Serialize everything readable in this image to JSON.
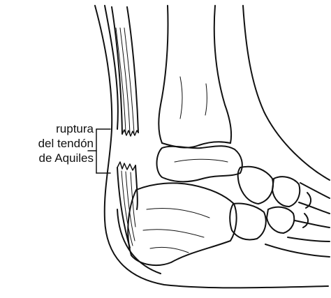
{
  "diagram": {
    "annotation": {
      "lines": [
        "ruptura",
        "del tendón",
        "de Aquiles"
      ]
    },
    "colors": {
      "stroke": "#111111",
      "background": "#ffffff"
    },
    "parts": [
      "leg-outline",
      "achilles-tendon-upper-stump",
      "achilles-tendon-lower-stump",
      "tibia",
      "talus",
      "calcaneus",
      "navicular",
      "cuboid",
      "cuneiforms",
      "metatarsals"
    ]
  }
}
